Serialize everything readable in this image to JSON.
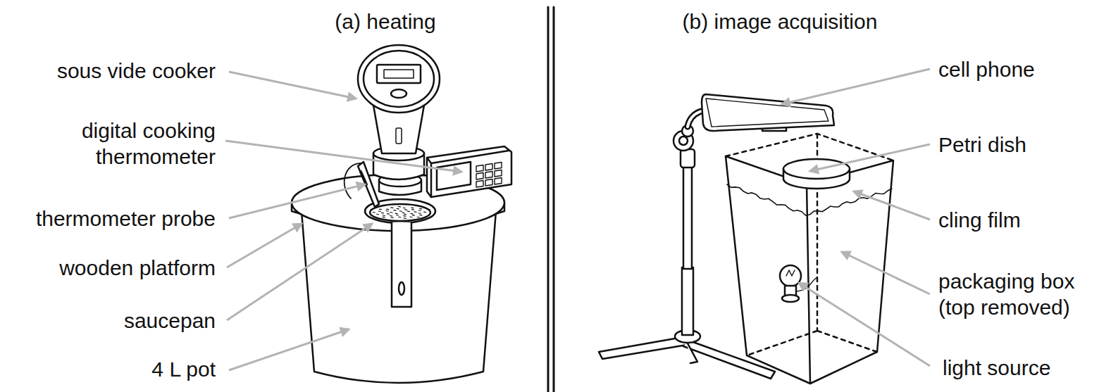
{
  "diagram": {
    "labels": [
      "(a) heating",
      "sous vide cooker",
      "digital cooking thermometer",
      "thermometer probe",
      "wooden platform",
      "saucepan",
      "4 L pot",
      "(b) image acquisition",
      "cell phone",
      "Petri dish",
      "cling film",
      "packaging box (top removed)",
      "light source"
    ]
  }
}
